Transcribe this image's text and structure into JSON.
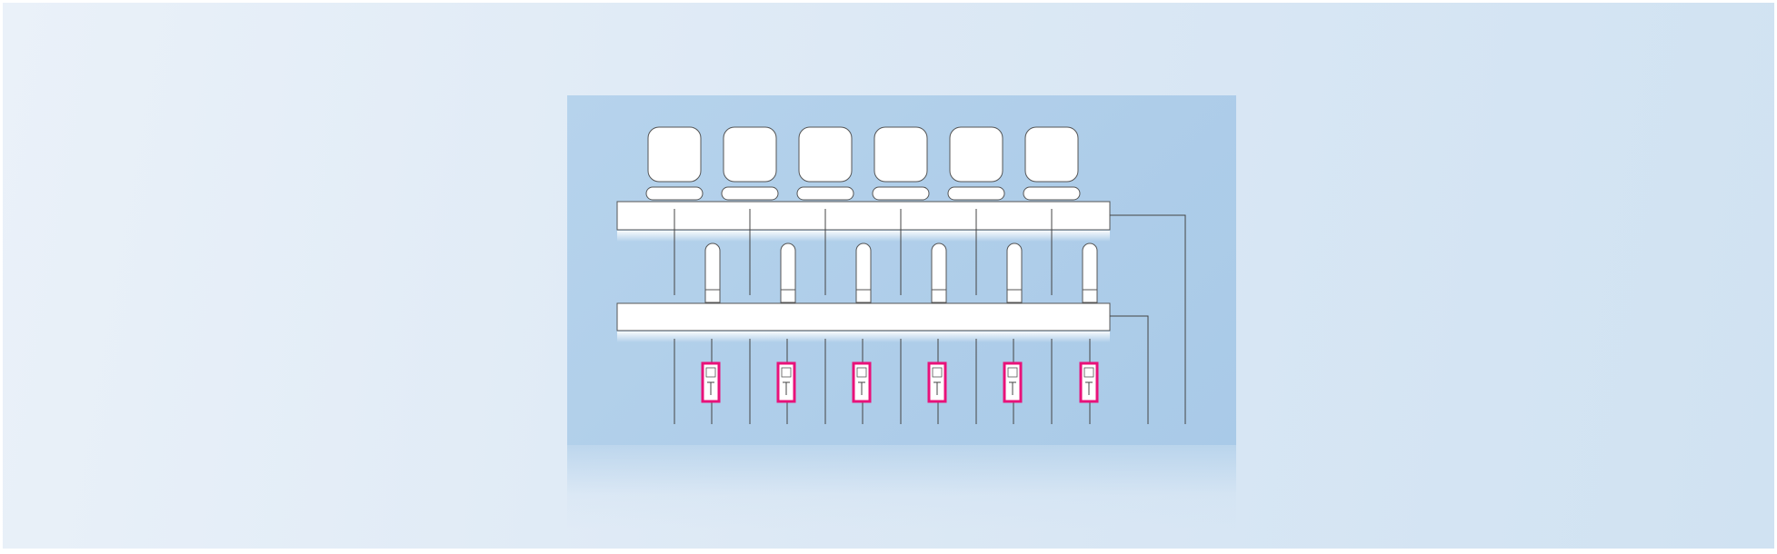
{
  "diagram": {
    "description_free": true,
    "colors": {
      "panel": "#aecde9",
      "stroke": "#555555",
      "fill": "#ffffff",
      "accent": "#e8127a"
    },
    "top_units": 6,
    "middle_units": 6,
    "bottom_units": 6
  }
}
